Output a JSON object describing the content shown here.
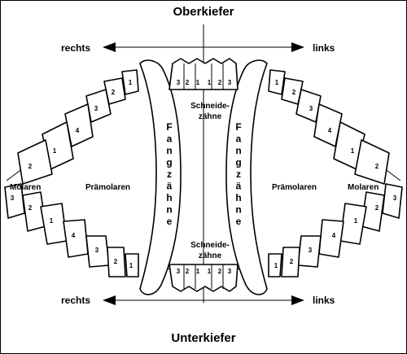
{
  "labels": {
    "upper_jaw": "Oberkiefer",
    "lower_jaw": "Unterkiefer",
    "right_top": "rechts",
    "left_top": "links",
    "right_bottom": "rechts",
    "left_bottom": "links",
    "molars_right": "Molaren",
    "molars_left": "Molaren",
    "premolars_right": "Prämolaren",
    "premolars_left": "Prämolaren",
    "incisors_upper_1": "Schneide-",
    "incisors_upper_2": "zähne",
    "incisors_lower_1": "Schneide-",
    "incisors_lower_2": "zähne",
    "canines_right": [
      "F",
      "a",
      "n",
      "g",
      "z",
      "ä",
      "h",
      "n",
      "e"
    ],
    "canines_left": [
      "F",
      "a",
      "n",
      "g",
      "z",
      "ä",
      "h",
      "n",
      "e"
    ]
  },
  "tooth_numbers": {
    "upper_incisors_right": [
      "3",
      "2",
      "1"
    ],
    "upper_incisors_left": [
      "1",
      "2",
      "3"
    ],
    "lower_incisors_right": [
      "3",
      "2",
      "1"
    ],
    "lower_incisors_left": [
      "1",
      "2",
      "3"
    ],
    "upper_right": [
      "1",
      "2",
      "3",
      "4",
      "1",
      "2"
    ],
    "upper_left": [
      "1",
      "2",
      "3",
      "4",
      "1",
      "2"
    ],
    "lower_right": [
      "3",
      "2",
      "1",
      "4",
      "3",
      "2",
      "1"
    ],
    "lower_left": [
      "1",
      "2",
      "3",
      "4",
      "1",
      "2",
      "3"
    ]
  }
}
